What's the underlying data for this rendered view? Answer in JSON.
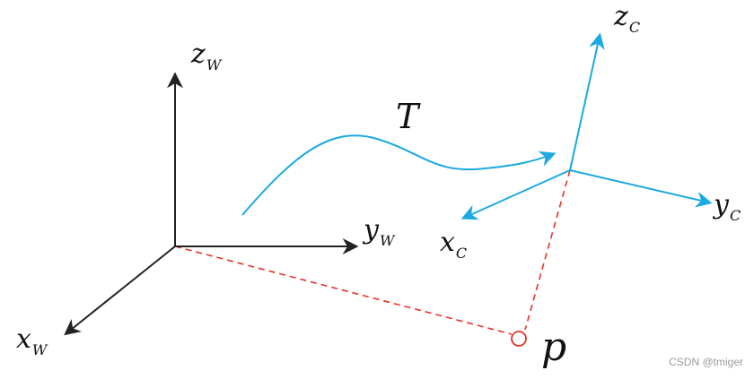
{
  "diagram": {
    "world_frame": {
      "x": {
        "letter": "x",
        "sub": "W"
      },
      "y": {
        "letter": "y",
        "sub": "W"
      },
      "z": {
        "letter": "z",
        "sub": "W"
      }
    },
    "camera_frame": {
      "x": {
        "letter": "x",
        "sub": "C"
      },
      "y": {
        "letter": "y",
        "sub": "C"
      },
      "z": {
        "letter": "z",
        "sub": "C"
      }
    },
    "transform_label": "T",
    "point_label": "p",
    "colors": {
      "world_axes": "#222222",
      "camera_axes": "#1aa9e0",
      "projection_lines": "#e53226",
      "point": "#e53226"
    }
  },
  "watermark": "CSDN @tmiger"
}
